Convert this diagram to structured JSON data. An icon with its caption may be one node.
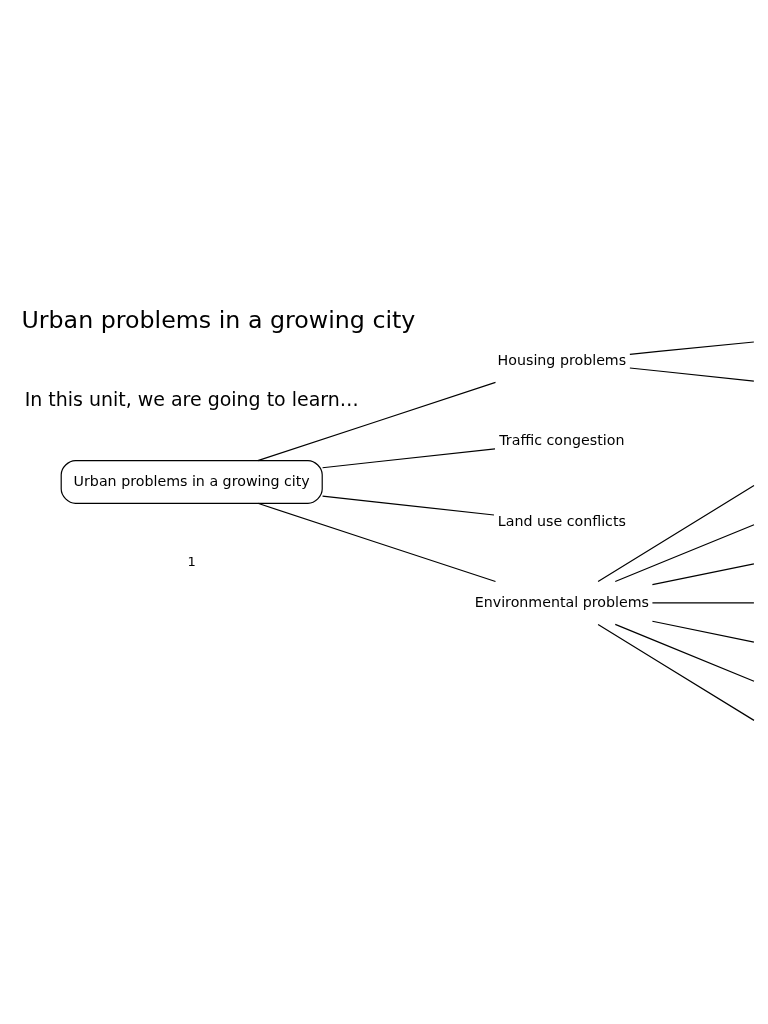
{
  "diagram": {
    "title": "Urban problems in a growing city",
    "nodes": [
      {
        "text": [
          "Urban problems in a growing city"
        ]
      },
      {
        "text": [
          "Housing problems"
        ]
      },
      {
        "text": [
          "Traffic congestion"
        ]
      },
      {
        "text": [
          "Land use conflicts"
        ]
      },
      {
        "text": [
          "Environmental problems"
        ]
      }
    ],
    "edges": [
      {
        "from": 0,
        "to": 1,
        "arrow": "none"
      },
      {
        "from": 0,
        "to": 2,
        "arrow": "none"
      },
      {
        "from": 0,
        "to": 3,
        "arrow": "none"
      },
      {
        "from": 0,
        "to": 4,
        "arrow": "none"
      },
      {
        "from": 1,
        "to": null,
        "arrow": "none"
      },
      {
        "from": 1,
        "to": null,
        "arrow": "none"
      },
      {
        "from": 4,
        "to": null,
        "arrow": "none"
      },
      {
        "from": 4,
        "to": null,
        "arrow": "none"
      },
      {
        "from": 4,
        "to": null,
        "arrow": "none"
      },
      {
        "from": 4,
        "to": null,
        "arrow": "none"
      },
      {
        "from": 4,
        "to": null,
        "arrow": "none"
      },
      {
        "from": 4,
        "to": null,
        "arrow": "none"
      },
      {
        "from": 4,
        "to": null,
        "arrow": "none"
      }
    ],
    "labels": [
      "In this unit, we are going to learn…",
      "1"
    ]
  }
}
